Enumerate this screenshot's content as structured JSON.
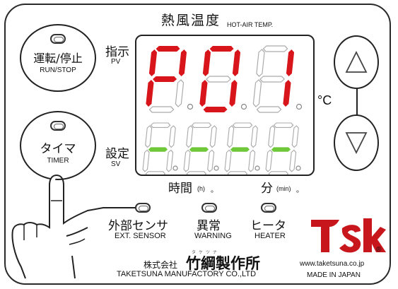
{
  "title": {
    "jp": "熱風温度",
    "en": "HOT-AIR TEMP."
  },
  "pv": {
    "jp": "指示",
    "en": "PV",
    "digits": [
      "P",
      "0",
      "1"
    ]
  },
  "sv": {
    "jp": "設定",
    "en": "SV",
    "digits": [
      "-",
      "-",
      "-",
      "-"
    ]
  },
  "unit": "°C",
  "time_label": {
    "jp": "時間",
    "unit": "(h)"
  },
  "minute_label": {
    "jp": "分",
    "unit": "(min)"
  },
  "run_stop": {
    "jp": "運転/停止",
    "en": "RUN/STOP"
  },
  "timer": {
    "jp": "タイマ",
    "en": "TIMER"
  },
  "indicators": [
    {
      "jp": "外部センサ",
      "en": "EXT. SENSOR"
    },
    {
      "jp": "異常",
      "en": "WARNING"
    },
    {
      "jp": "ヒータ",
      "en": "HEATER"
    }
  ],
  "up_icon": "triangle-up-icon",
  "down_icon": "triangle-down-icon",
  "company": {
    "jp_prefix": "株式会社",
    "jp_name": "竹綱製作所",
    "furigana": "タケツナ",
    "en": "TAKETSUNA MANUFACTORY CO.,LTD"
  },
  "logo": {
    "text": "tsk",
    "registered": "®"
  },
  "website": "www.taketsuna.co.jp",
  "made_in": "MADE IN JAPAN",
  "colors": {
    "pv_segment": "#d8151b",
    "sv_segment": "#6fc83a",
    "logo": "#c8161d",
    "border": "#222222"
  }
}
